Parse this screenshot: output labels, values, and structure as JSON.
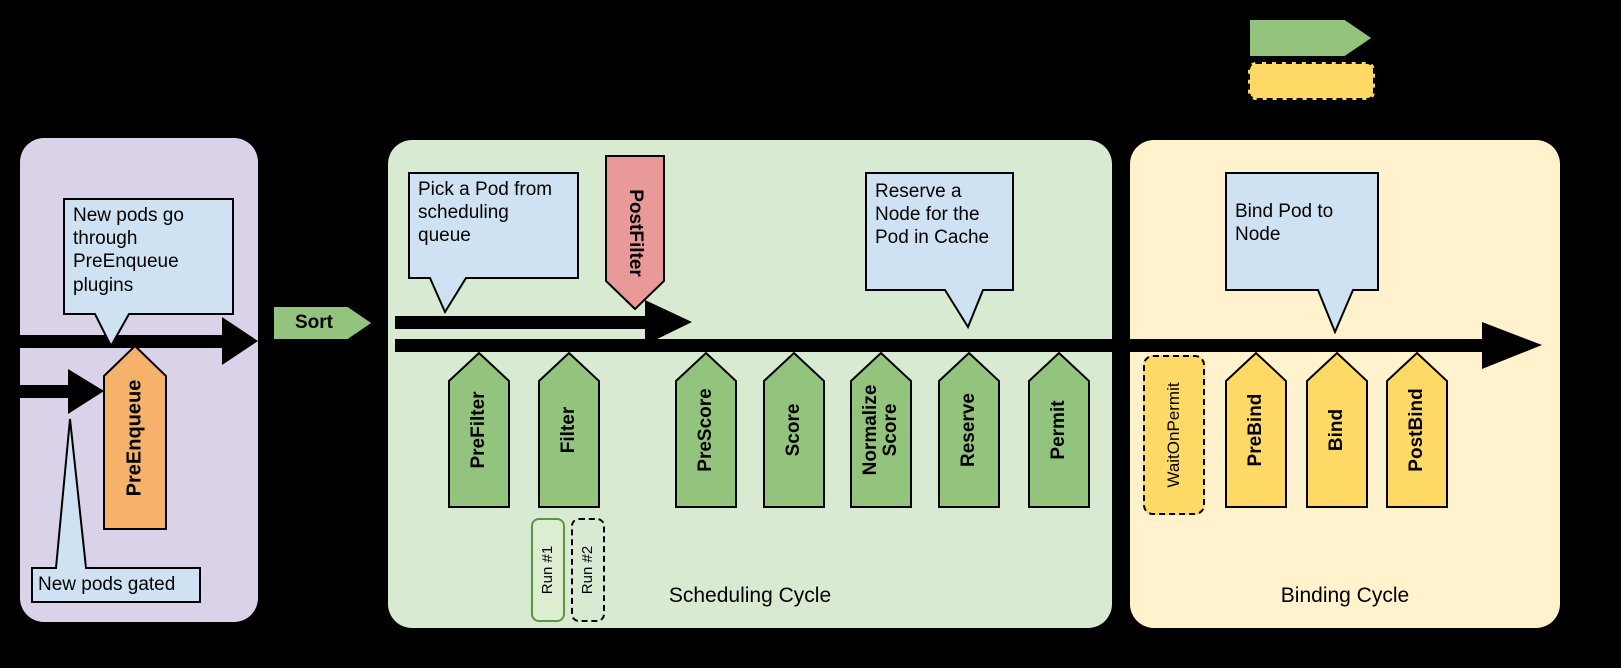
{
  "diagram": {
    "queue": {
      "preenqueue_label": "PreEnqueue",
      "callout_new_pods": "New pods go\nthrough\nPreEnqueue\nplugins",
      "callout_gated": "New pods gated"
    },
    "sort_label": "Sort",
    "scheduling": {
      "title": "Scheduling Cycle",
      "callout_pick": "Pick a Pod from\nscheduling\nqueue",
      "callout_reserve": "Reserve a\nNode for the\nPod in Cache",
      "postfilter_label": "PostFilter",
      "plugins": [
        "PreFilter",
        "Filter",
        "PreScore",
        "Score",
        "Normalize\nScore",
        "Reserve",
        "Permit"
      ],
      "filter_runs": [
        "Run #1",
        "Run #2"
      ]
    },
    "binding": {
      "title": "Binding Cycle",
      "callout_bind": "Bind Pod to\nNode",
      "wait_label": "WaitOnPermit",
      "plugins": [
        "PreBind",
        "Bind",
        "PostBind"
      ]
    },
    "colors": {
      "background": "#000000",
      "queue_panel": "#d9d2e9",
      "scheduling_panel": "#d9ead3",
      "binding_panel": "#fff2cc",
      "callout": "#cfe2f3",
      "plugin_green": "#93c47d",
      "plugin_yellow": "#ffd966",
      "plugin_orange": "#f6b26b",
      "plugin_red": "#ea9999",
      "arrow": "#000000"
    }
  }
}
